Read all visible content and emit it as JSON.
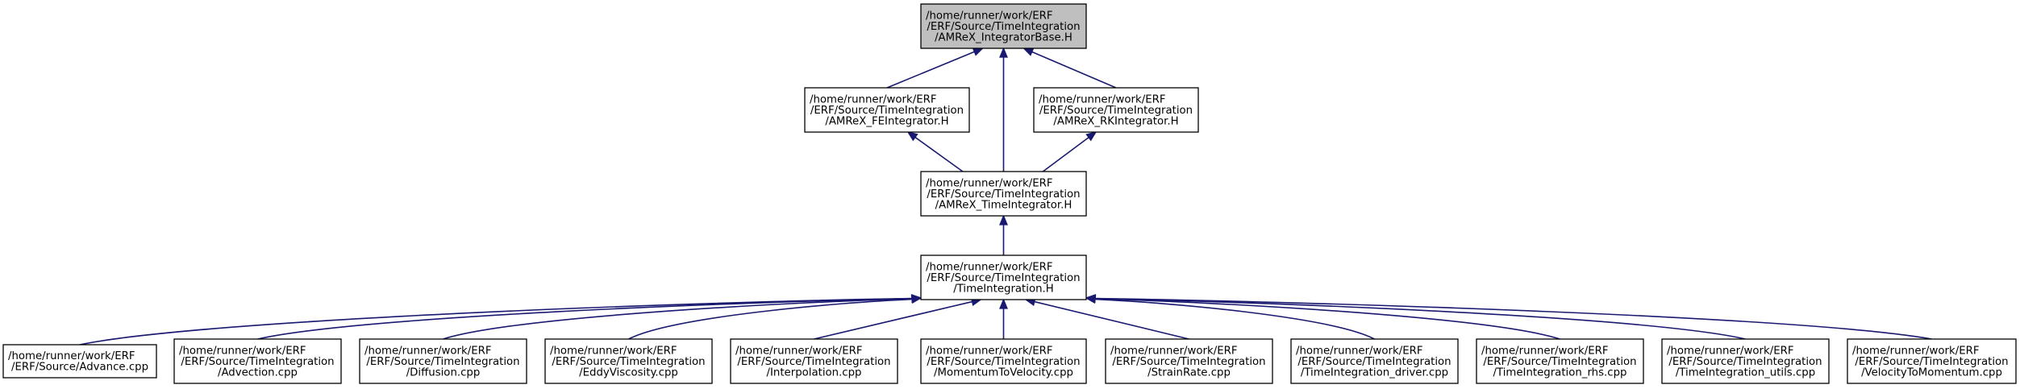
{
  "colors": {
    "edge": "#191970",
    "node_fill": "#ffffff",
    "root_fill": "#bfbfbf",
    "node_border": "#000000"
  },
  "nodes": [
    {
      "id": "root",
      "lines": [
        "/home/runner/work/ERF",
        "/ERF/Source/TimeIntegration",
        "/AMReX_IntegratorBase.H"
      ],
      "highlighted": true
    },
    {
      "id": "fe",
      "lines": [
        "/home/runner/work/ERF",
        "/ERF/Source/TimeIntegration",
        "/AMReX_FEIntegrator.H"
      ]
    },
    {
      "id": "rk",
      "lines": [
        "/home/runner/work/ERF",
        "/ERF/Source/TimeIntegration",
        "/AMReX_RKIntegrator.H"
      ]
    },
    {
      "id": "ti",
      "lines": [
        "/home/runner/work/ERF",
        "/ERF/Source/TimeIntegration",
        "/AMReX_TimeIntegrator.H"
      ]
    },
    {
      "id": "tih",
      "lines": [
        "/home/runner/work/ERF",
        "/ERF/Source/TimeIntegration",
        "/TimeIntegration.H"
      ]
    },
    {
      "id": "adv",
      "lines": [
        "/home/runner/work/ERF",
        "/ERF/Source/Advance.cpp"
      ]
    },
    {
      "id": "advection",
      "lines": [
        "/home/runner/work/ERF",
        "/ERF/Source/TimeIntegration",
        "/Advection.cpp"
      ]
    },
    {
      "id": "diffusion",
      "lines": [
        "/home/runner/work/ERF",
        "/ERF/Source/TimeIntegration",
        "/Diffusion.cpp"
      ]
    },
    {
      "id": "eddy",
      "lines": [
        "/home/runner/work/ERF",
        "/ERF/Source/TimeIntegration",
        "/EddyViscosity.cpp"
      ]
    },
    {
      "id": "interp",
      "lines": [
        "/home/runner/work/ERF",
        "/ERF/Source/TimeIntegration",
        "/Interpolation.cpp"
      ]
    },
    {
      "id": "m2v",
      "lines": [
        "/home/runner/work/ERF",
        "/ERF/Source/TimeIntegration",
        "/MomentumToVelocity.cpp"
      ]
    },
    {
      "id": "strain",
      "lines": [
        "/home/runner/work/ERF",
        "/ERF/Source/TimeIntegration",
        "/StrainRate.cpp"
      ]
    },
    {
      "id": "driver",
      "lines": [
        "/home/runner/work/ERF",
        "/ERF/Source/TimeIntegration",
        "/TimeIntegration_driver.cpp"
      ]
    },
    {
      "id": "rhs",
      "lines": [
        "/home/runner/work/ERF",
        "/ERF/Source/TimeIntegration",
        "/TimeIntegration_rhs.cpp"
      ]
    },
    {
      "id": "utils",
      "lines": [
        "/home/runner/work/ERF",
        "/ERF/Source/TimeIntegration",
        "/TimeIntegration_utils.cpp"
      ]
    },
    {
      "id": "v2m",
      "lines": [
        "/home/runner/work/ERF",
        "/ERF/Source/TimeIntegration",
        "/VelocityToMomentum.cpp"
      ]
    }
  ],
  "edges": [
    {
      "from": "fe",
      "to": "root"
    },
    {
      "from": "ti",
      "to": "root"
    },
    {
      "from": "rk",
      "to": "root"
    },
    {
      "from": "ti",
      "to": "fe"
    },
    {
      "from": "ti",
      "to": "rk"
    },
    {
      "from": "tih",
      "to": "ti"
    },
    {
      "from": "adv",
      "to": "tih"
    },
    {
      "from": "advection",
      "to": "tih"
    },
    {
      "from": "diffusion",
      "to": "tih"
    },
    {
      "from": "eddy",
      "to": "tih"
    },
    {
      "from": "interp",
      "to": "tih"
    },
    {
      "from": "m2v",
      "to": "tih"
    },
    {
      "from": "strain",
      "to": "tih"
    },
    {
      "from": "driver",
      "to": "tih"
    },
    {
      "from": "rhs",
      "to": "tih"
    },
    {
      "from": "utils",
      "to": "tih"
    },
    {
      "from": "v2m",
      "to": "tih"
    }
  ]
}
